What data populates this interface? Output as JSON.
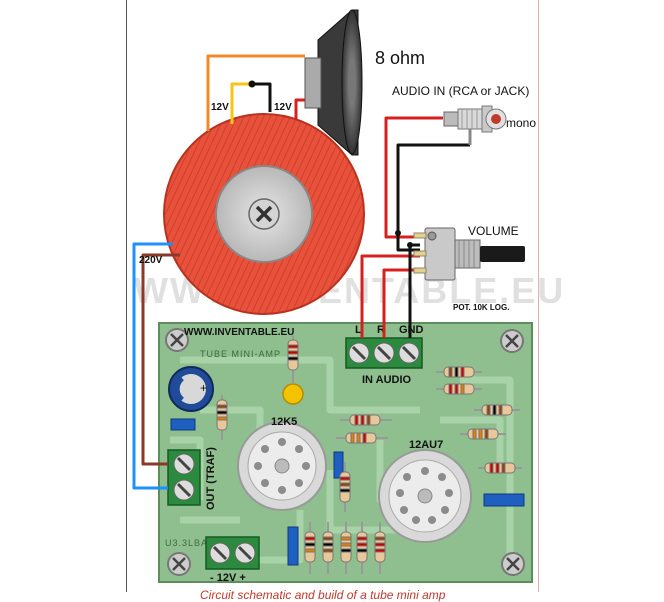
{
  "labels": {
    "speaker": "8 ohm",
    "v12_left": "12V",
    "v12_right": "12V",
    "mains": "220V",
    "audio_in": "AUDIO IN (RCA or JACK)",
    "mono": "mono",
    "volume": "VOLUME",
    "pot": "POT. 10K LOG.",
    "watermark": "WWW.INVENTABLE.EU",
    "pcb_site": "WWW.INVENTABLE.EU",
    "pcb_title": "TUBE MINI-AMP",
    "pcb_bottom": "U3.3LBATNEVNI",
    "term_l": "L",
    "term_r": "R",
    "term_gnd": "GND",
    "in_audio": "IN AUDIO",
    "tube1": "12K5",
    "tube2": "12AU7",
    "out": "OUT (TRAF)",
    "power": "- 12V +",
    "caption": "Circuit schematic and build of a tube mini amp"
  },
  "colors": {
    "pcb": "#8fbf8f",
    "toroid": "#e8513b",
    "wire_red": "#d62020",
    "wire_black": "#111111",
    "wire_blue": "#1e90ff",
    "wire_orange": "#f0892a",
    "wire_yellow": "#f5c518",
    "wire_brown": "#8b3a2a"
  }
}
